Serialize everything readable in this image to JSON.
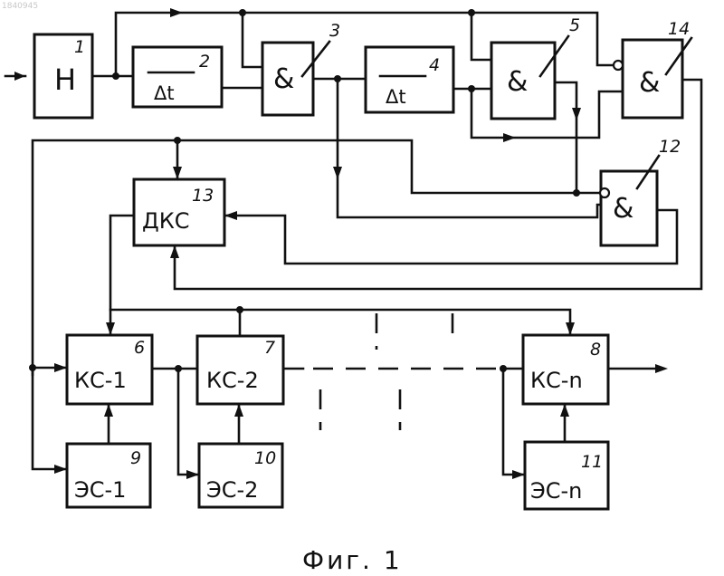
{
  "watermark": "1840945",
  "figure_caption": "Фиг. 1",
  "blocks": {
    "b1": {
      "num": "1",
      "label": "Н"
    },
    "b2": {
      "num": "2",
      "label": "Δt"
    },
    "b3": {
      "num": "3",
      "label": "&"
    },
    "b4": {
      "num": "4",
      "label": "Δt"
    },
    "b5": {
      "num": "5",
      "label": "&"
    },
    "b14": {
      "num": "14",
      "label": "&"
    },
    "b12": {
      "num": "12",
      "label": "&"
    },
    "b13": {
      "num": "13",
      "label": "ДКС"
    },
    "b6": {
      "num": "6",
      "label": "КС-1"
    },
    "b7": {
      "num": "7",
      "label": "КС-2"
    },
    "b8": {
      "num": "8",
      "label": "КС-n"
    },
    "b9": {
      "num": "9",
      "label": "ЭС-1"
    },
    "b10": {
      "num": "10",
      "label": "ЭС-2"
    },
    "b11": {
      "num": "11",
      "label": "ЭС-n"
    }
  }
}
